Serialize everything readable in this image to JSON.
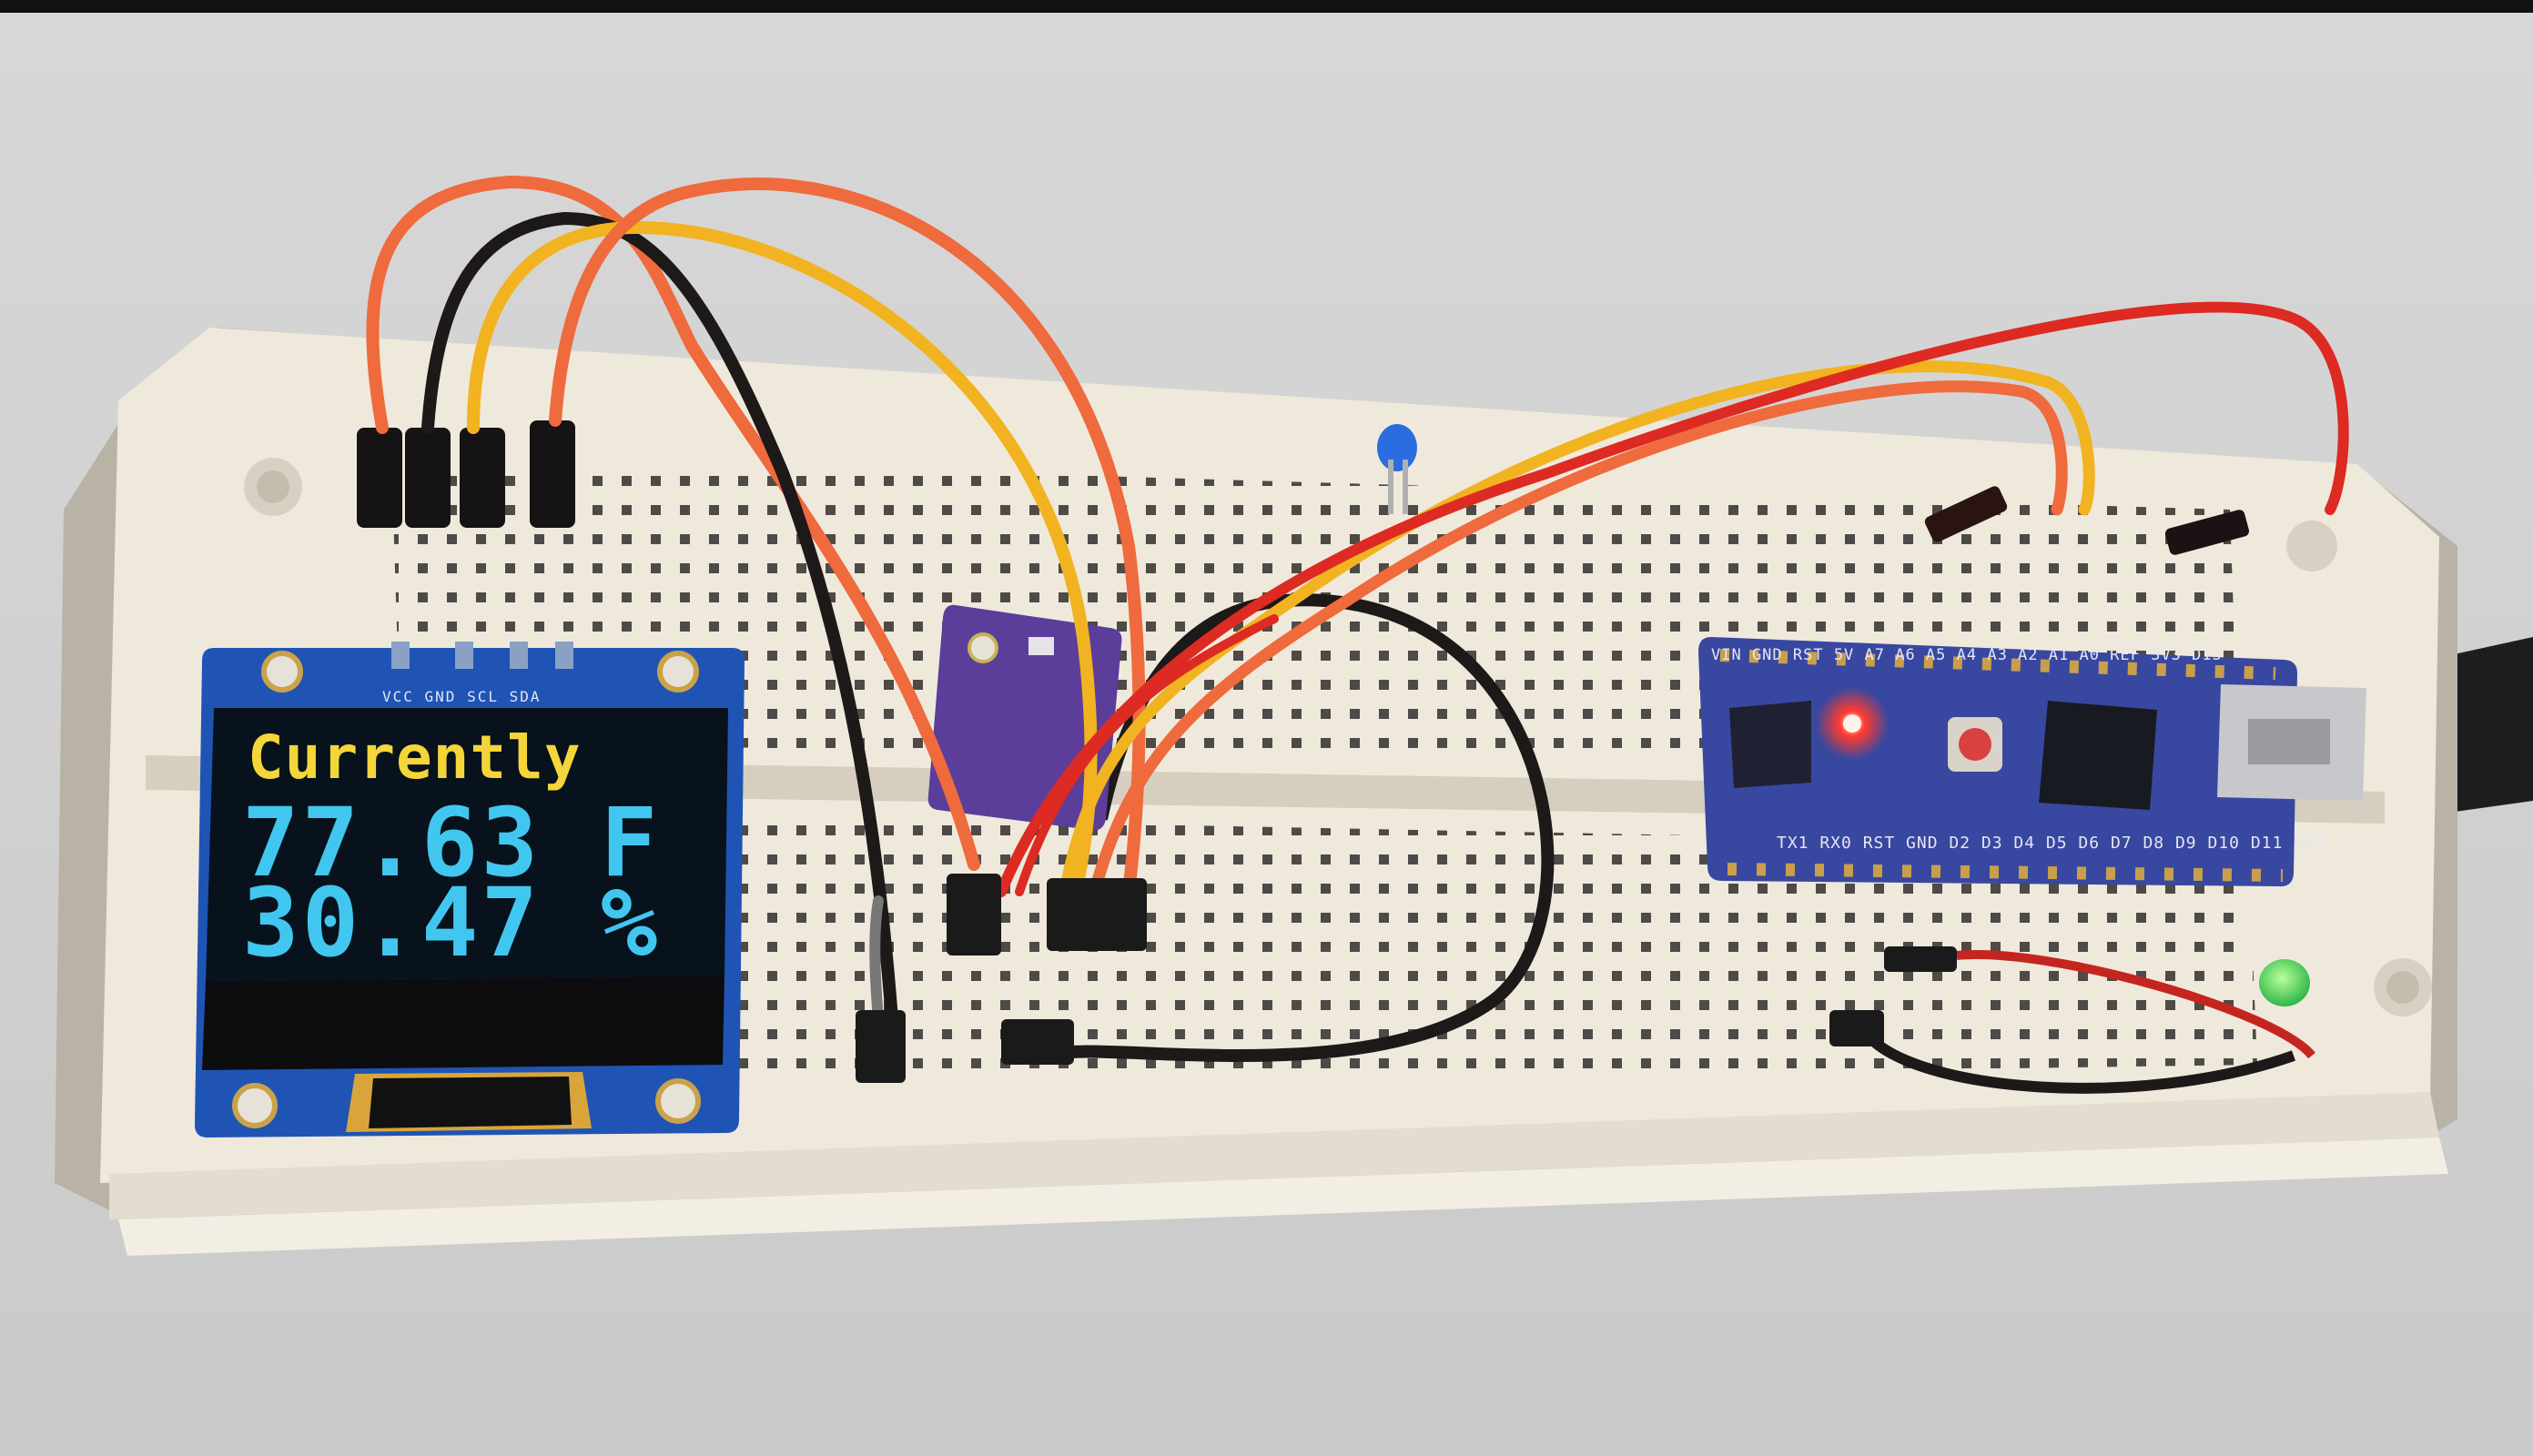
{
  "oled": {
    "line1": "Currently",
    "line2": "77.63 F",
    "line3": "30.47 %",
    "pin_labels": "VCC GND SCL SDA",
    "color_yellow": "#f4d53a",
    "color_cyan": "#41c7ef"
  },
  "nano": {
    "top_labels": "VIN GND RST 5V A7 A6 A5 A4 A3 A2 A1 A0 REF 3V3 D13",
    "bottom_labels": "TX1 RX0 RST GND D2 D3 D4 D5 D6 D7 D8 D9 D10 D11 D12"
  },
  "colors": {
    "background": "#d4d3d3",
    "breadboard": "#efe9dc",
    "wire_red": "#dd2a22",
    "wire_orange": "#ef6a3c",
    "wire_yellow": "#f2b320",
    "wire_black": "#1c1918",
    "sensor_board": "#5b3d9a",
    "nano_board": "#3848a0",
    "oled_board": "#1f54b5"
  }
}
